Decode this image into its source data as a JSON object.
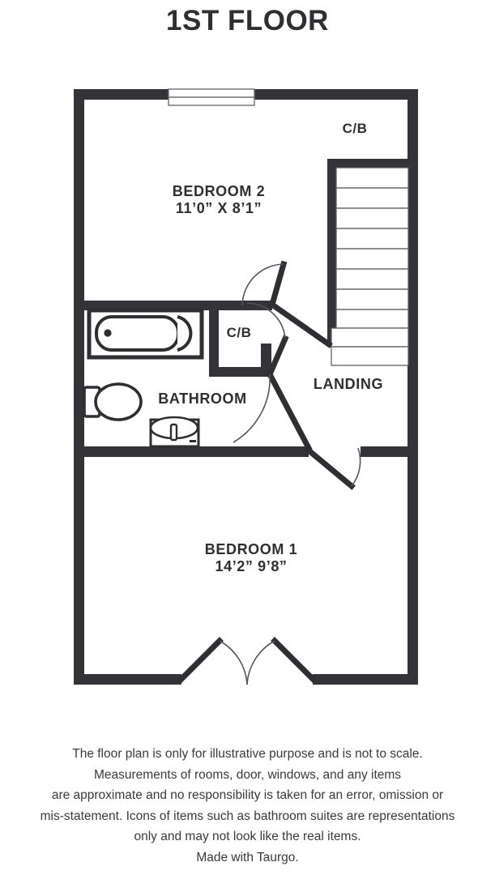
{
  "title": "1ST FLOOR",
  "colors": {
    "wall": "#333338",
    "line": "#2e2e33",
    "background": "#ffffff",
    "text": "#2e2e33",
    "disclaimer_text": "#3a3a3a"
  },
  "rooms": [
    {
      "id": "bedroom-2",
      "name": "BEDROOM 2",
      "dimensions": "11’0” X 8’1”",
      "width_ft_in": "11'0\"",
      "length_ft_in": "8'1\""
    },
    {
      "id": "bathroom",
      "name": "BATHROOM",
      "dimensions": ""
    },
    {
      "id": "landing",
      "name": "LANDING",
      "dimensions": ""
    },
    {
      "id": "bedroom-1",
      "name": "BEDROOM 1",
      "dimensions": "14’2” 9’8”",
      "width_ft_in": "14'2\"",
      "length_ft_in": "9'8\""
    }
  ],
  "closets": [
    {
      "id": "cb-top",
      "label": "C/B"
    },
    {
      "id": "cb-bathroom",
      "label": "C/B"
    }
  ],
  "features": {
    "window_count": 1,
    "stair_step_count": 10,
    "door_count": 5,
    "fixtures": [
      "bathtub",
      "toilet",
      "sink"
    ]
  },
  "disclaimer": {
    "lines": [
      "The floor plan is only for illustrative purpose and is not to scale.",
      "Measurements of rooms, door, windows, and any items",
      "are approximate and no responsibility is taken for an error, omission or",
      "mis-statement. Icons of items such as bathroom suites are representations",
      "only and may not look like the real items.",
      "Made with Taurgo."
    ],
    "attribution": "Made with Taurgo."
  }
}
